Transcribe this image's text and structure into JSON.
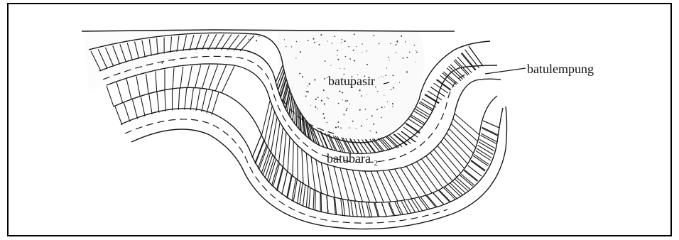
{
  "figure": {
    "labels": {
      "sandstone": "batupasir",
      "coal": "batubara",
      "coal_subscript": "2",
      "claystone": "batulempung"
    },
    "colors": {
      "ink": "#1a1a1a",
      "paper": "#ffffff",
      "frame": "#000000"
    }
  }
}
